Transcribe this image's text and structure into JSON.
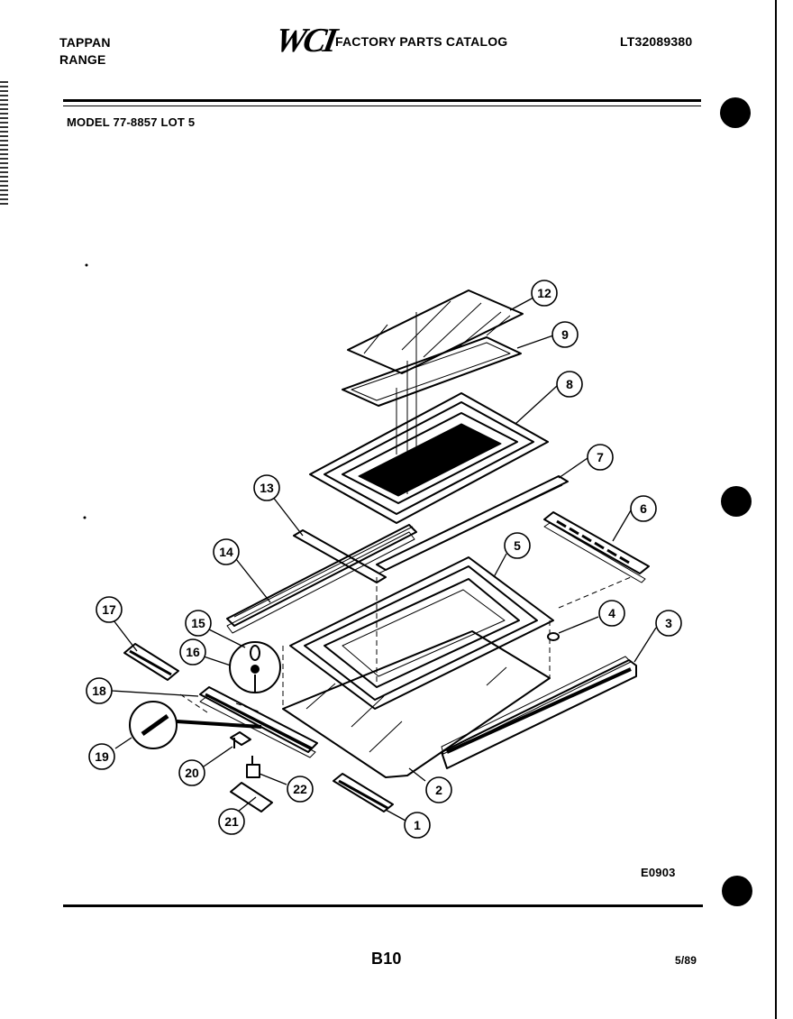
{
  "header": {
    "brand_line1": "TAPPAN",
    "brand_line2": "RANGE",
    "logo_text": "WCI",
    "catalog_title": "FACTORY PARTS CATALOG",
    "catalog_number": "LT32089380",
    "model_line": "MODEL 77-8857 LOT 5"
  },
  "diagram": {
    "callouts": [
      "12",
      "9",
      "8",
      "7",
      "13",
      "6",
      "14",
      "5",
      "17",
      "4",
      "15",
      "3",
      "16",
      "18",
      "19",
      "2",
      "20",
      "22",
      "21",
      "1"
    ],
    "drawing_code": "E0903"
  },
  "footer": {
    "page_label": "B10",
    "date": "5/89"
  }
}
